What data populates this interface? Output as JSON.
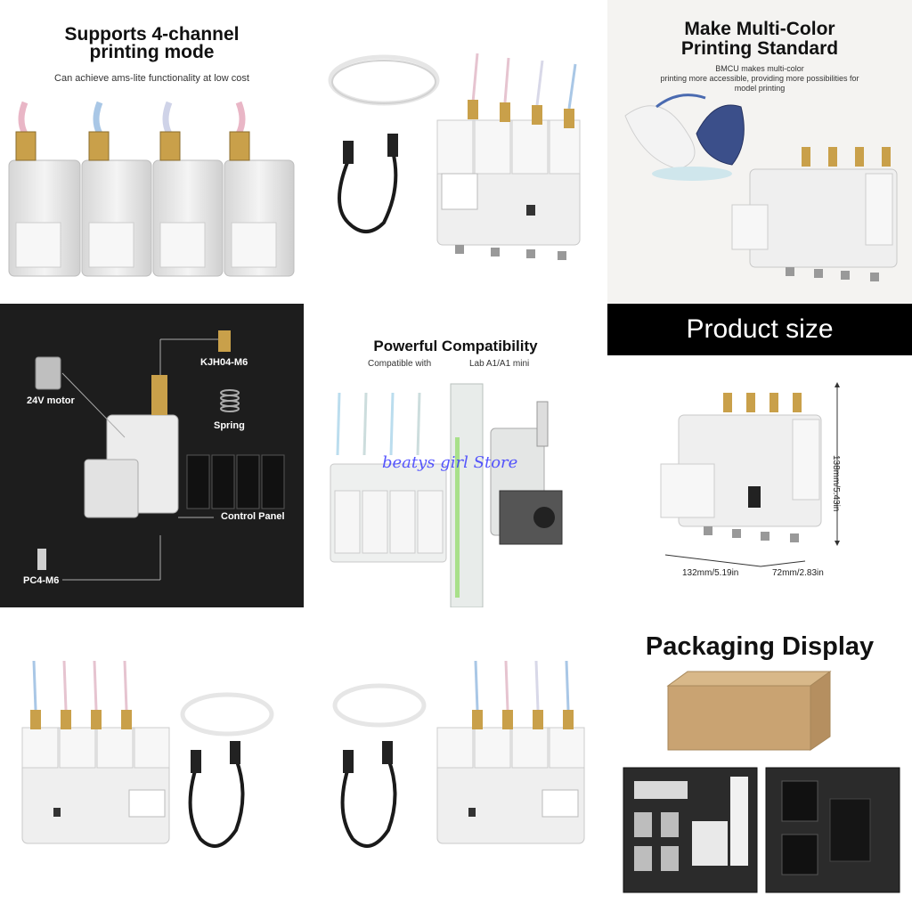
{
  "tile1": {
    "title_line1": "Supports 4-channel",
    "title_line2": "printing mode",
    "subtitle": "Can achieve ams-lite functionality at low cost"
  },
  "tile3": {
    "title_line1": "Make Multi-Color",
    "title_line2": "Printing Standard",
    "desc_line1": "BMCU makes multi-color",
    "desc_line2": "printing more accessible, providing more possibilities for",
    "desc_line3": "model printing"
  },
  "tile4": {
    "label_fitting": "KJH04-M6",
    "label_motor": "24V motor",
    "label_spring": "Spring",
    "label_panel": "Control Panel",
    "label_pc4": "PC4-M6"
  },
  "tile5": {
    "title": "Powerful Compatibility",
    "compat_left": "Compatible with",
    "compat_right": "Lab A1/A1 mini",
    "watermark": "beatys girl Store"
  },
  "tile6": {
    "title": "Product size",
    "height_dim": "138mm/5.43in",
    "width_dim": "132mm/5.19in",
    "depth_dim": "72mm/2.83in"
  },
  "tile9": {
    "title": "Packaging Display"
  },
  "colors": {
    "dark_bg": "#1d1d1d",
    "brass": "#c9a04a",
    "device_white": "#ececec",
    "box_kraft": "#c9a372",
    "foam": "#2b2b2b"
  }
}
